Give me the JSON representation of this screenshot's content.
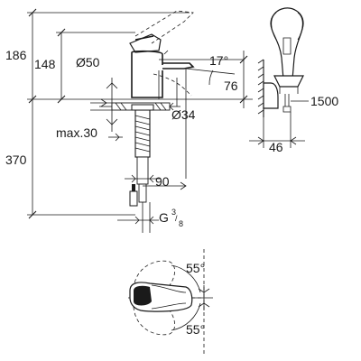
{
  "dimensions": {
    "height_total_upper": "186",
    "height_spout": "148",
    "diameter_top": "Ø50",
    "spout_angle": "17°",
    "spout_height": "76",
    "hose_length": "1500",
    "diameter_base": "Ø34",
    "max_thickness": "max.30",
    "depth_below": "370",
    "shower_width": "46",
    "spout_reach": "90",
    "thread_g": "G",
    "thread_num": "3",
    "thread_den": "8",
    "swivel_top": "55°",
    "swivel_bottom": "55°"
  }
}
